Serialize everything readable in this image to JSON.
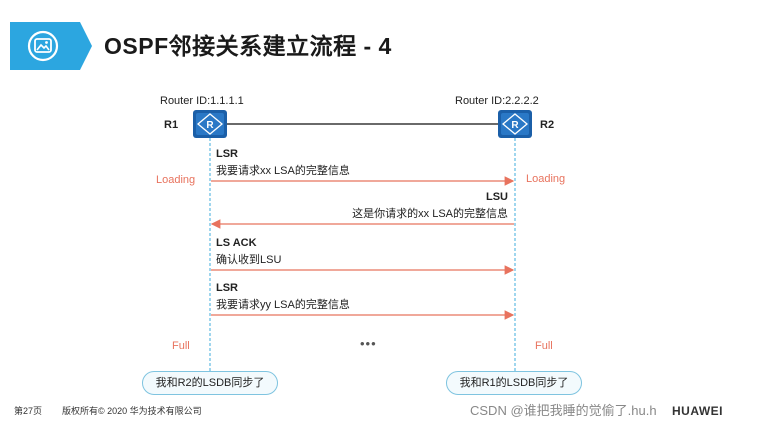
{
  "header": {
    "title": "OSPF邻接关系建立流程 - 4",
    "icon": "image-icon",
    "accent_color": "#2ca6e0"
  },
  "routers": {
    "r1": {
      "id_label": "Router ID:1.1.1.1",
      "name": "R1",
      "icon": "router-icon"
    },
    "r2": {
      "id_label": "Router ID:2.2.2.2",
      "name": "R2",
      "icon": "router-icon"
    }
  },
  "states": {
    "r1_loading": "Loading",
    "r2_loading": "Loading",
    "r1_full": "Full",
    "r2_full": "Full"
  },
  "messages": [
    {
      "type": "LSR",
      "text": "我要请求xx LSA的完整信息",
      "direction": "R1→R2"
    },
    {
      "type": "LSU",
      "text": "这是你请求的xx LSA的完整信息",
      "direction": "R2→R1"
    },
    {
      "type": "LS ACK",
      "text": "确认收到LSU",
      "direction": "R1→R2"
    },
    {
      "type": "LSR",
      "text": "我要请求yy LSA的完整信息",
      "direction": "R1→R2"
    }
  ],
  "ellipsis": "•••",
  "bubbles": {
    "r1": "我和R2的LSDB同步了",
    "r2": "我和R1的LSDB同步了"
  },
  "footer": {
    "page": "第27页",
    "copyright": "版权所有© 2020 华为技术有限公司",
    "watermark": "CSDN @谁把我睡的觉偷了.hu.h",
    "logo": "HUAWEI"
  },
  "colors": {
    "arrow": "#e8735e",
    "lifeline": "#6cc0e5",
    "router": "#1b5fa8",
    "state_text": "#e8735e"
  }
}
